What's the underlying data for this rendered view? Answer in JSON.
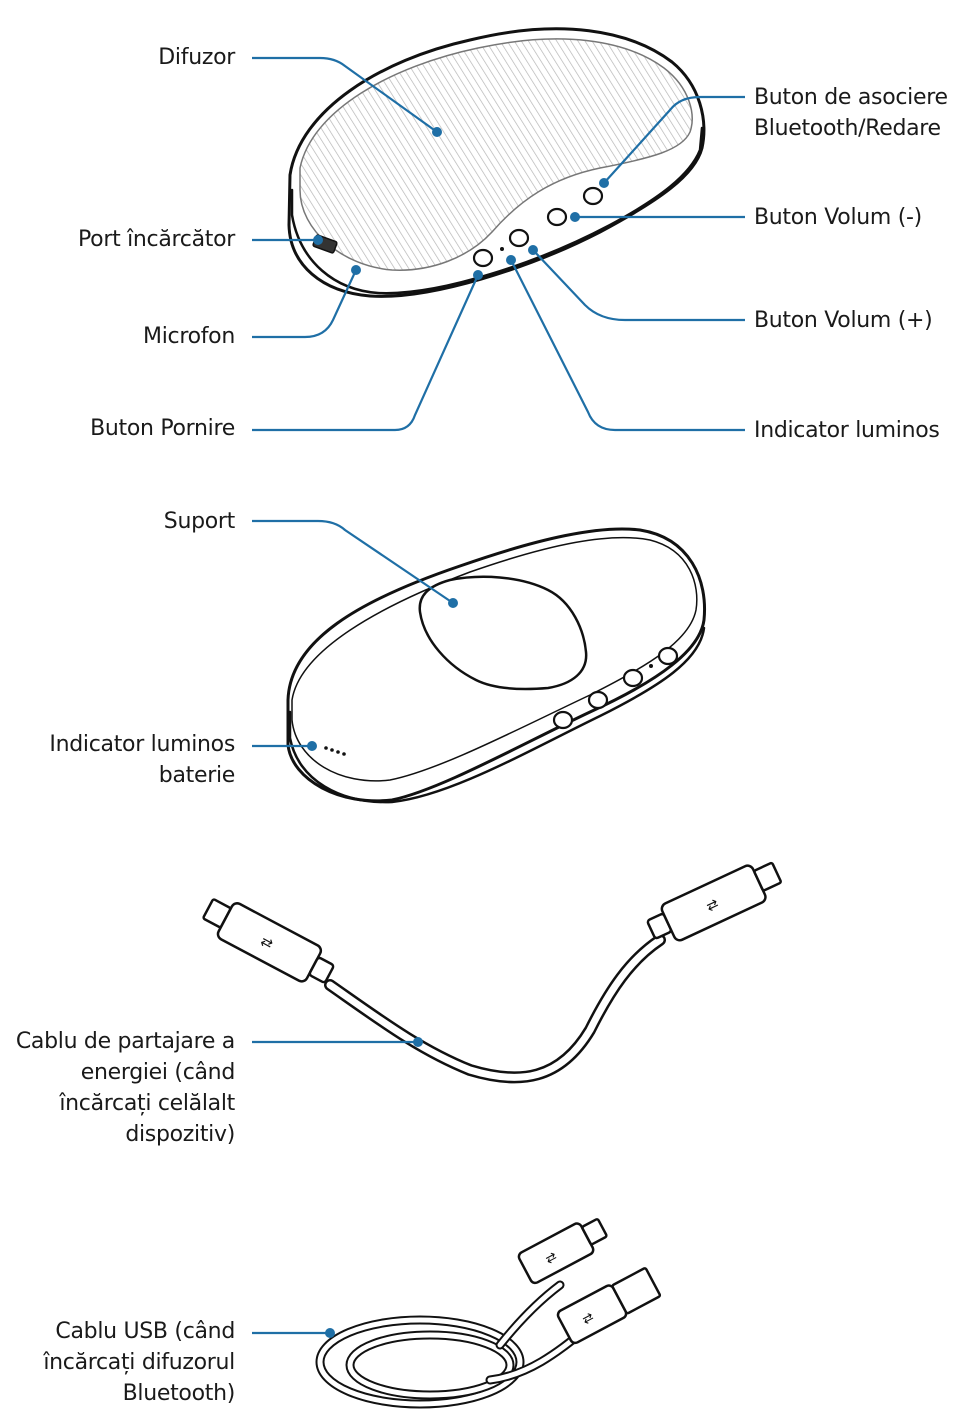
{
  "colors": {
    "leader": "#1f6fa6",
    "outline": "#111111",
    "text": "#1a1a1a",
    "texture": "#b5b5b5"
  },
  "speaker_front": {
    "labels": {
      "speaker": "Difuzor",
      "charger_port": "Port încărcător",
      "microphone": "Microfon",
      "power_button": "Buton Pornire",
      "pair_button": [
        "Buton de asociere",
        "Bluetooth/Redare"
      ],
      "volume_down": "Buton Volum (-)",
      "volume_up": "Buton Volum (+)",
      "indicator_light": "Indicator luminos"
    }
  },
  "speaker_back": {
    "labels": {
      "stand": "Suport",
      "battery_indicator": [
        "Indicator luminos",
        "baterie"
      ]
    }
  },
  "power_share_cable": {
    "label": [
      "Cablu de partajare a",
      "energiei (când",
      "încărcați celălalt",
      "dispozitiv)"
    ]
  },
  "usb_cable": {
    "label": [
      "Cablu USB (când",
      "încărcați difuzorul",
      "Bluetooth)"
    ]
  }
}
